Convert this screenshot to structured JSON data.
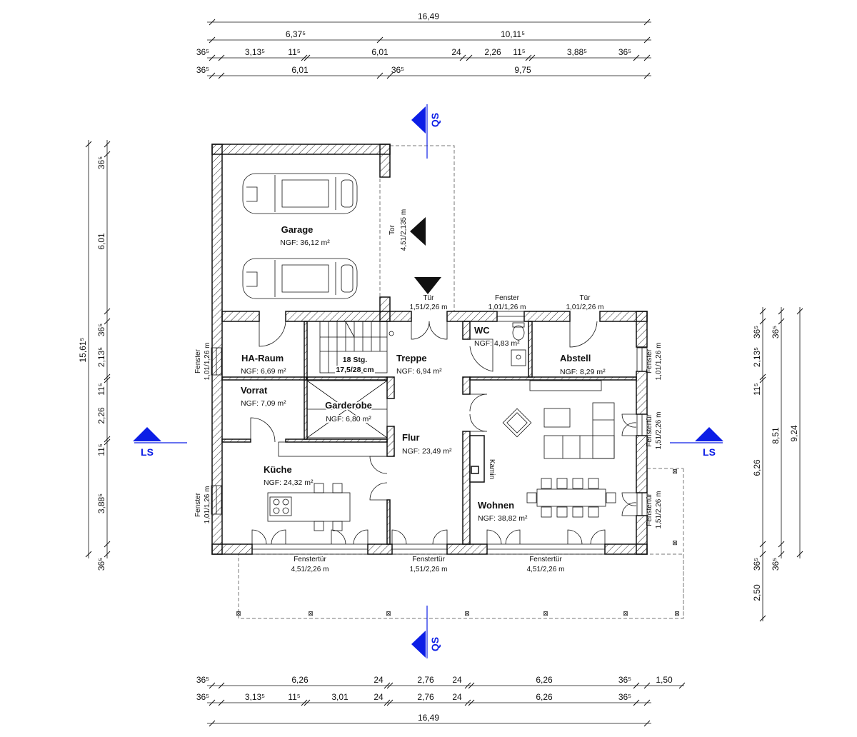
{
  "dims_top": {
    "r1": [
      "16,49"
    ],
    "r2": [
      "6,37⁵",
      "10,11⁵"
    ],
    "r3": [
      "36⁵",
      "3,13⁵",
      "11⁵",
      "6,01",
      "24",
      "2,26",
      "11⁵",
      "3,88⁵",
      "36⁵"
    ],
    "r4": [
      "36⁵",
      "6,01",
      "36⁵",
      "9,75"
    ]
  },
  "dims_bottom": {
    "r1": [
      "36⁵",
      "6,26",
      "24",
      "2,76",
      "24",
      "6,26",
      "36⁵",
      "1,50"
    ],
    "r2": [
      "36⁵",
      "3,13⁵",
      "11⁵",
      "3,01",
      "24",
      "2,76",
      "24",
      "6,26",
      "36⁵"
    ],
    "r3": [
      "16,49"
    ]
  },
  "dims_left": {
    "r1": [
      "15,61⁵"
    ],
    "r2": [
      "36⁵",
      "6,01",
      "36⁵",
      "2,13⁵",
      "11⁵",
      "2,26",
      "11⁵",
      "3,88⁵",
      "36⁵"
    ]
  },
  "dims_right": {
    "r1": [
      "36⁵",
      "2,13⁵",
      "11⁵",
      "6,26",
      "36⁵",
      "2,50"
    ],
    "r2": [
      "36⁵",
      "8,51",
      "36⁵"
    ],
    "r3": [
      "9,24"
    ]
  },
  "rooms": {
    "garage": {
      "name": "Garage",
      "ngf": "NGF: 36,12 m²"
    },
    "ha_raum": {
      "name": "HA-Raum",
      "ngf": "NGF: 6,69 m²"
    },
    "vorrat": {
      "name": "Vorrat",
      "ngf": "NGF: 7,09 m²"
    },
    "garderobe": {
      "name": "Garderobe",
      "ngf": "NGF:   6,80 m²"
    },
    "treppe": {
      "name": "Treppe",
      "ngf": "NGF: 6,94 m²",
      "steps": "18 Stg.",
      "step_size": "17,5/28 cm"
    },
    "flur": {
      "name": "Flur",
      "ngf": "NGF: 23,49 m²"
    },
    "wc": {
      "name": "WC",
      "ngf": "NGF: 4,83 m²"
    },
    "abstell": {
      "name": "Abstell",
      "ngf": "NGF: 8,29 m²"
    },
    "kueche": {
      "name": "Küche",
      "ngf": "NGF: 24,32 m²"
    },
    "wohnen": {
      "name": "Wohnen",
      "ngf": "NGF: 38,82 m²"
    }
  },
  "openings": {
    "tor": {
      "name": "Tor",
      "size": "4,51/2,135 m"
    },
    "tuer_flur": {
      "name": "Tür",
      "size": "1,51/2,26 m"
    },
    "fenster_wc": {
      "name": "Fenster",
      "size": "1,01/1,26 m"
    },
    "tuer_abstell": {
      "name": "Tür",
      "size": "1,01/2,26 m"
    },
    "fenster_ha": {
      "name": "Fenster",
      "size": "1,01/1,26 m"
    },
    "fenster_kueche": {
      "name": "Fenster",
      "size": "1,01/1,26 m"
    },
    "fenster_abstell": {
      "name": "Fenster",
      "size": "1,01/1,26 m"
    },
    "ft_wohnen_1": {
      "name": "Fenstertür",
      "size": "1,51/2,26 m"
    },
    "ft_wohnen_2": {
      "name": "Fenstertür",
      "size": "1,51/2,26 m"
    },
    "ft_kueche": {
      "name": "Fenstertür",
      "size": "4,51/2,26 m"
    },
    "ft_flur": {
      "name": "Fenstertür",
      "size": "1,51/2,26 m"
    },
    "ft_wohnen_s": {
      "name": "Fenstertür",
      "size": "4,51/2,26 m"
    }
  },
  "kamin": "Kamin",
  "sections": {
    "qs": "QS",
    "ls": "LS"
  },
  "colors": {
    "section_marker": "#0c1ee6"
  }
}
